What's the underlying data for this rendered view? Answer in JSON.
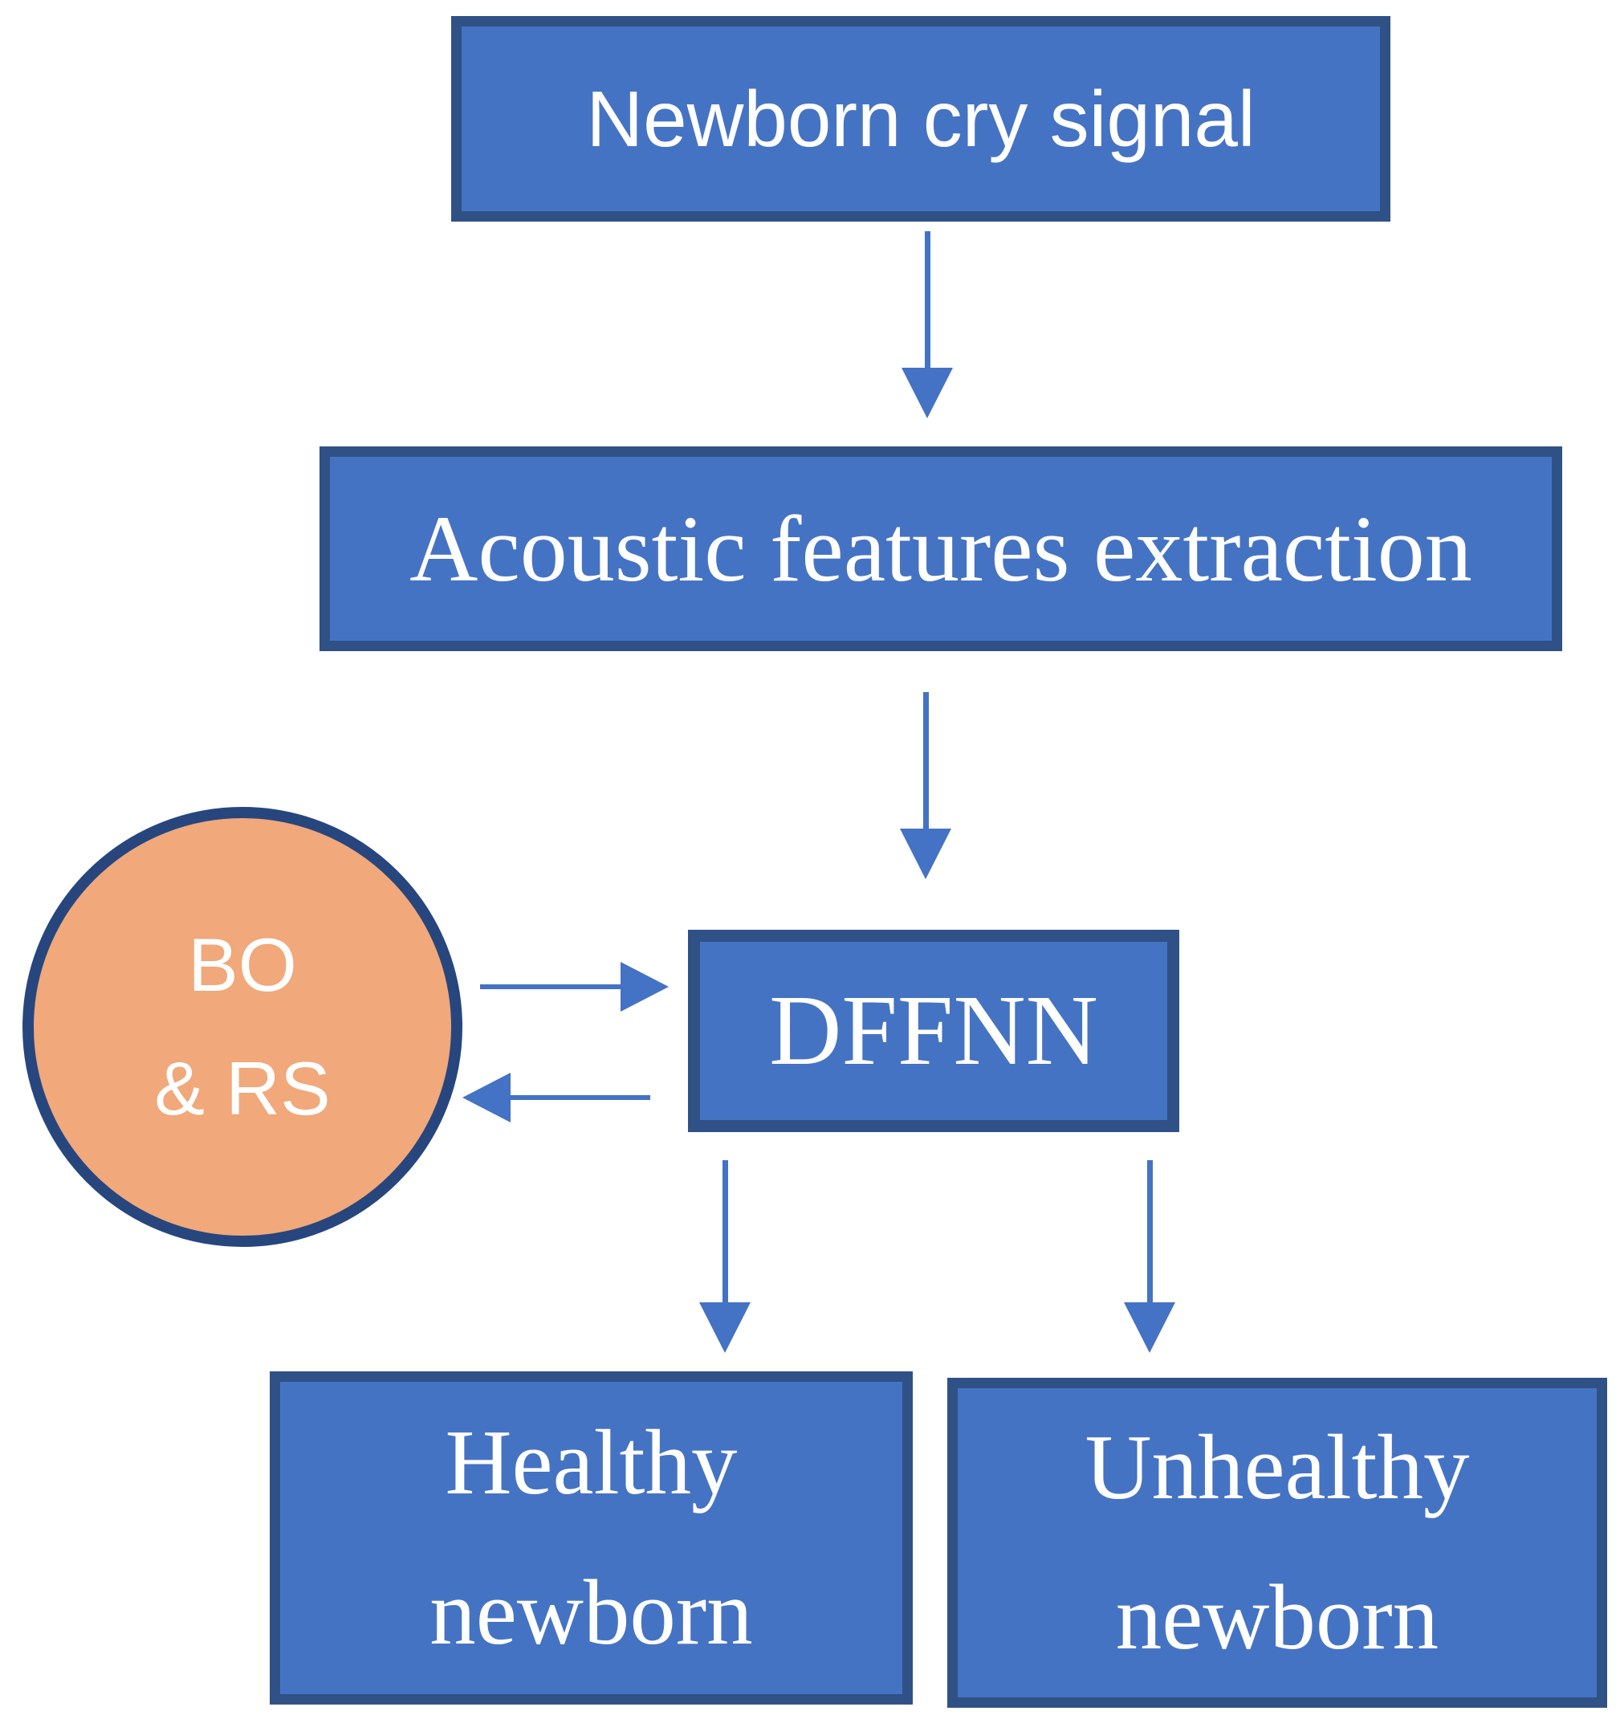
{
  "colors": {
    "bg": "#FFFFFF",
    "node_fill": "#4573C4",
    "node_border": "#2F5186",
    "circle_fill": "#F1A87A",
    "circle_border": "#27467E",
    "arrow": "#4472C4",
    "text_color": "#FFFFFF"
  },
  "nodes": {
    "cry": {
      "label": "Newborn cry signal"
    },
    "extraction": {
      "label": "Acoustic features extraction"
    },
    "optimizer": {
      "line1": "BO",
      "line2": "& RS"
    },
    "dffnn": {
      "label": "DFFNN"
    },
    "healthy": {
      "line1": "Healthy",
      "line2": "newborn"
    },
    "unhealthy": {
      "line1": "Unhealthy",
      "line2": "newborn"
    }
  }
}
